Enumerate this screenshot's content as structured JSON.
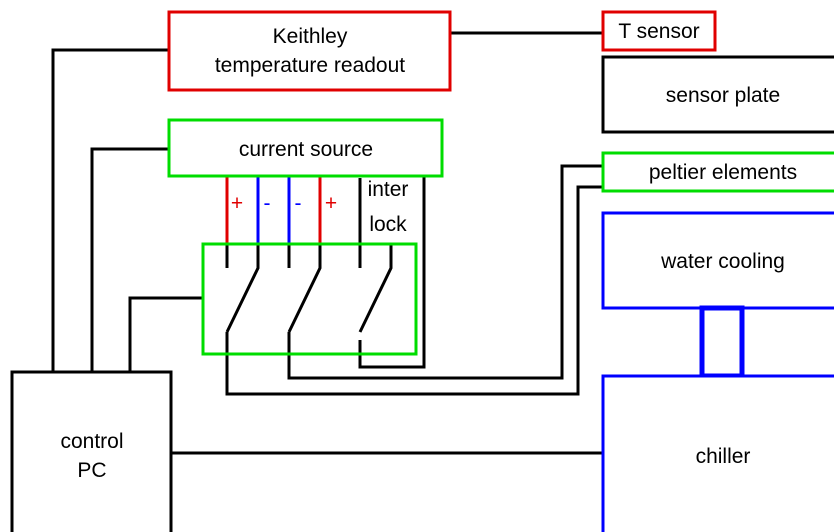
{
  "colors": {
    "red": "#e00000",
    "green": "#00dd00",
    "blue": "#0000ff",
    "black": "#000000"
  },
  "blocks": {
    "keithley": {
      "line1": "Keithley",
      "line2": "temperature readout"
    },
    "t_sensor": "T sensor",
    "sensor_plate": "sensor plate",
    "current_source": "current source",
    "peltier": "peltier elements",
    "water_cooling": "water cooling",
    "chiller": "chiller",
    "control_pc": {
      "line1": "control",
      "line2": "PC"
    }
  },
  "terminals": {
    "plus_1": "+",
    "minus_1": "-",
    "minus_2": "-",
    "plus_2": "+",
    "interlock_1": "inter",
    "interlock_2": "lock"
  }
}
